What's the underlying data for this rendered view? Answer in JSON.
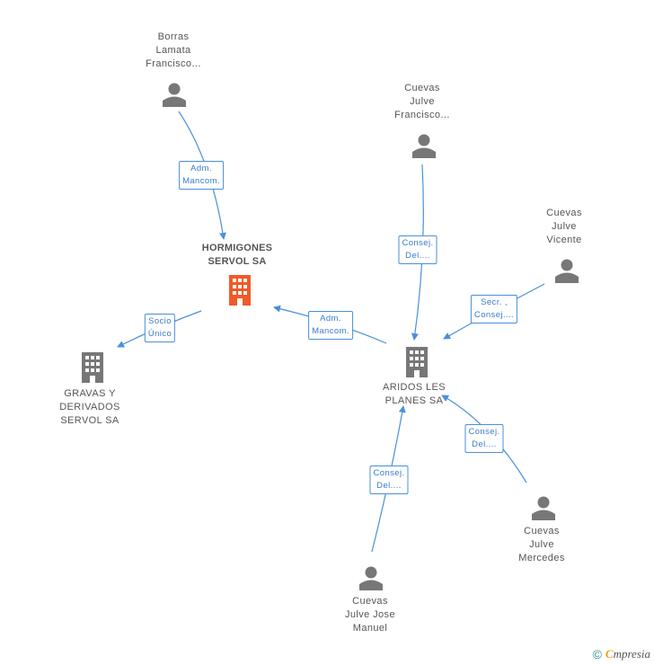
{
  "nodes": {
    "hormigones": {
      "lines": [
        "HORMIGONES",
        "SERVOL SA"
      ],
      "type": "company-main"
    },
    "gravas": {
      "lines": [
        "GRAVAS Y",
        "DERIVADOS",
        "SERVOL SA"
      ],
      "type": "company"
    },
    "aridos": {
      "lines": [
        "ARIDOS LES",
        "PLANES SA"
      ],
      "type": "company"
    },
    "borras": {
      "lines": [
        "Borras",
        "Lamata",
        "Francisco..."
      ],
      "type": "person"
    },
    "cuevas_francisco": {
      "lines": [
        "Cuevas",
        "Julve",
        "Francisco..."
      ],
      "type": "person"
    },
    "cuevas_vicente": {
      "lines": [
        "Cuevas",
        "Julve",
        "Vicente"
      ],
      "type": "person"
    },
    "cuevas_mercedes": {
      "lines": [
        "Cuevas",
        "Julve",
        "Mercedes"
      ],
      "type": "person"
    },
    "cuevas_jose": {
      "lines": [
        "Cuevas",
        "Julve Jose",
        "Manuel"
      ],
      "type": "person"
    }
  },
  "edges": {
    "borras_hormigones": [
      "Adm.",
      "Mancom."
    ],
    "hormigones_gravas": [
      "Socio",
      "Único"
    ],
    "aridos_hormigones": [
      "Adm.",
      "Mancom."
    ],
    "francisco_aridos": [
      "Consej.",
      "Del...."
    ],
    "vicente_aridos": [
      "Secr. ,",
      "Consej...."
    ],
    "mercedes_aridos": [
      "Consej.",
      "Del...."
    ],
    "jose_aridos": [
      "Consej.",
      "Del...."
    ]
  },
  "footer": {
    "symbol": "©",
    "brand_initial": "C",
    "brand_rest": "mpresia"
  },
  "colors": {
    "edge": "#4a90d9",
    "main_company": "#f05a28",
    "icon": "#777777"
  }
}
